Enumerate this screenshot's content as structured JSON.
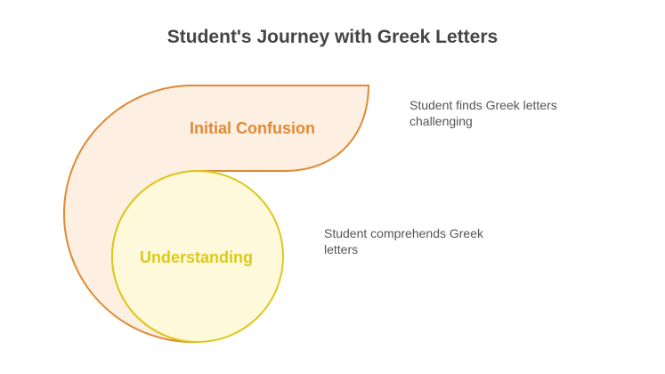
{
  "title": "Student's Journey with Greek Letters",
  "stages": [
    {
      "label": "Initial Confusion",
      "description": "Student finds Greek letters challenging",
      "color": "#E08A33",
      "fill": "#FEEFE3"
    },
    {
      "label": "Understanding",
      "description": "Student comprehends Greek letters",
      "color": "#DCC91B",
      "fill": "#FEF9DA"
    }
  ]
}
